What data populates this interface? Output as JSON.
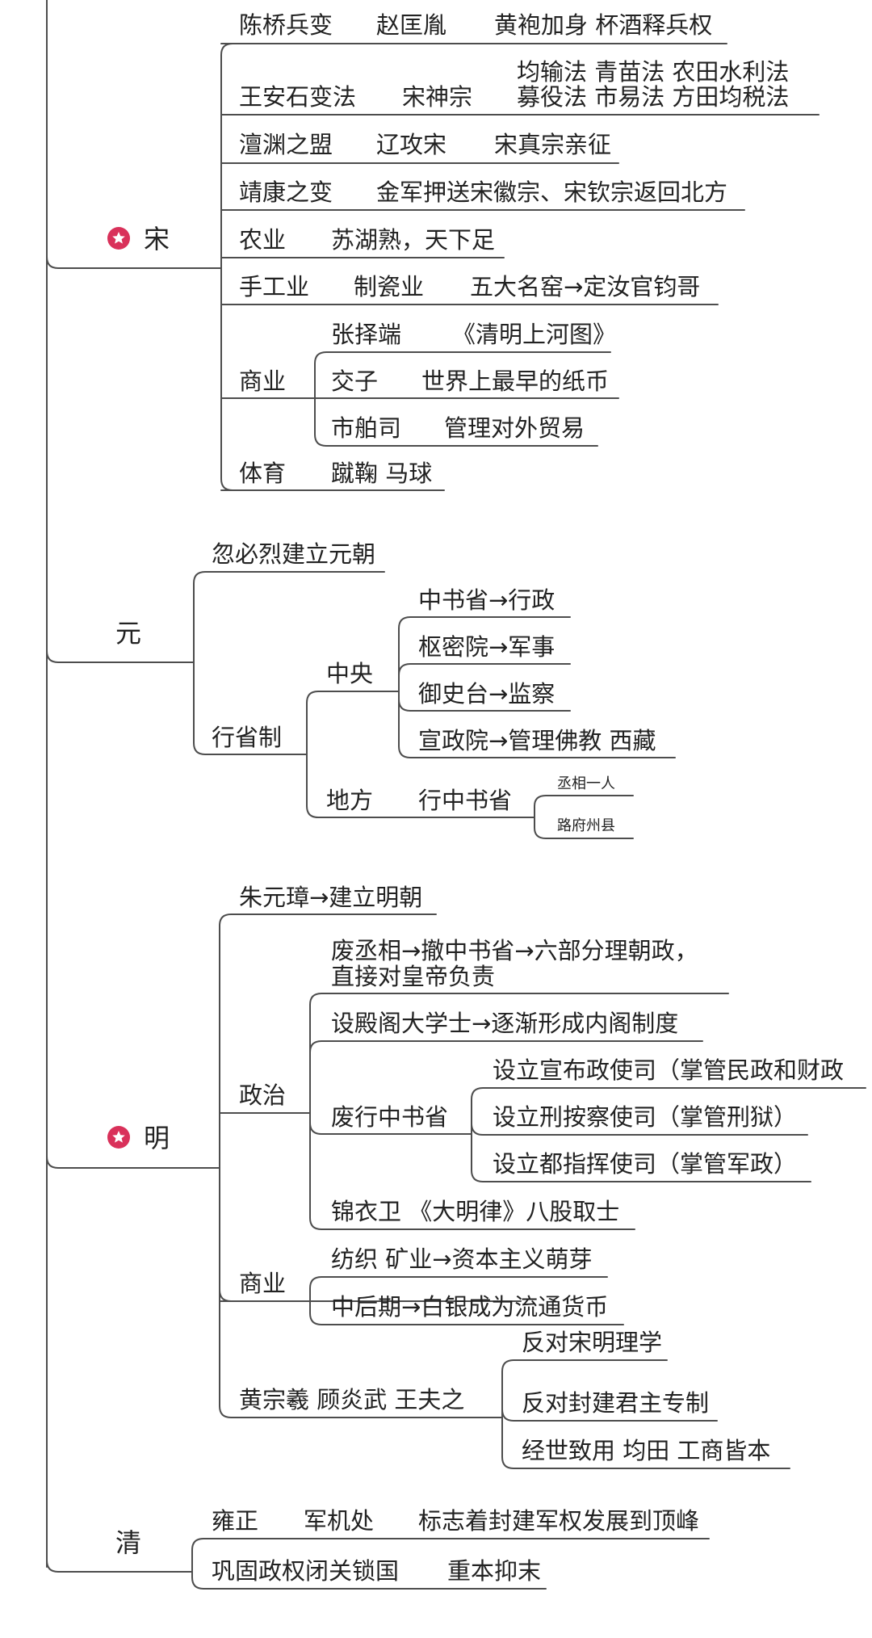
{
  "song": {
    "dynasty": "宋",
    "marker_icon": "star-badge-icon",
    "marker_color": "#d9315a",
    "chenqiao": [
      "陈桥兵变",
      "赵匡胤",
      "黄袍加身 杯酒释兵权"
    ],
    "reform": {
      "name": "王安石变法",
      "emperor": "宋神宗",
      "laws_line1": "均输法 青苗法 农田水利法",
      "laws_line2": "募役法 市易法 方田均税法"
    },
    "chanyuan": [
      "澶渊之盟",
      "辽攻宋",
      "宋真宗亲征"
    ],
    "jingkang": [
      "靖康之变",
      "金军押送宋徽宗、宋钦宗返回北方"
    ],
    "agriculture": [
      "农业",
      "苏湖熟，天下足"
    ],
    "handicraft": [
      "手工业",
      "制瓷业",
      "五大名窑→定汝官钧哥"
    ],
    "commerce": {
      "label": "商业",
      "items": [
        [
          "张择端",
          "《清明上河图》"
        ],
        [
          "交子",
          "世界上最早的纸币"
        ],
        [
          "市舶司",
          "管理对外贸易"
        ]
      ]
    },
    "sports": [
      "体育",
      "蹴鞠 马球"
    ]
  },
  "yuan": {
    "dynasty": "元",
    "founding": "忽必烈建立元朝",
    "system": "行省制",
    "central": {
      "label": "中央",
      "items": [
        "中书省→行政",
        "枢密院→军事",
        "御史台→监察",
        "宣政院→管理佛教 西藏"
      ]
    },
    "local": {
      "label": "地方",
      "province": "行中书省",
      "notes": [
        "丞相一人",
        "路府州县"
      ]
    }
  },
  "ming": {
    "dynasty": "明",
    "marker_icon": "star-badge-icon",
    "founding": "朱元璋→建立明朝",
    "politics": {
      "label": "政治",
      "abolish_line1": "废丞相→撤中书省→六部分理朝政，",
      "abolish_line2": "直接对皇帝负责",
      "grand_secretariat": "设殿阁大学士→逐渐形成内阁制度",
      "xingsheng": {
        "label": "废行中书省",
        "items": [
          "设立宣布政使司（掌管民政和财政",
          "设立刑按察使司（掌管刑狱）",
          "设立都指挥使司（掌管军政）"
        ]
      },
      "other": "锦衣卫 《大明律》八股取士"
    },
    "commerce": {
      "label": "商业",
      "items": [
        "纺织 矿业→资本主义萌芽",
        "中后期→白银成为流通货币"
      ]
    },
    "thinkers": {
      "label": "黄宗羲 顾炎武 王夫之",
      "items": [
        "反对宋明理学",
        "反对封建君主专制",
        "经世致用 均田 工商皆本"
      ]
    }
  },
  "qing": {
    "dynasty": "清",
    "yongzheng": [
      "雍正",
      "军机处",
      "标志着封建军权发展到顶峰"
    ],
    "policy": [
      "巩固政权闭关锁国",
      "重本抑末"
    ]
  }
}
